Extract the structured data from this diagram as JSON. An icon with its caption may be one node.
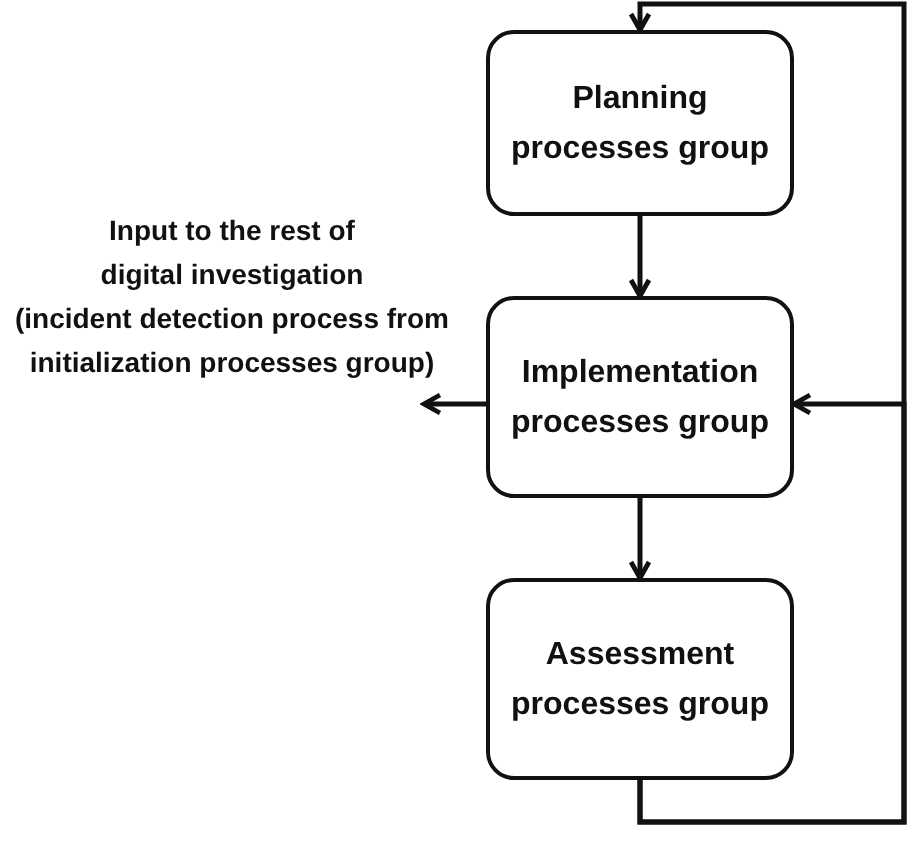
{
  "diagram": {
    "nodes": [
      {
        "text": [
          "Planning processes group"
        ]
      },
      {
        "text": [
          "Implementation processes group"
        ]
      },
      {
        "text": [
          "Assessment processes group"
        ]
      },
      {
        "text": [
          "Input to the rest of digital investigation",
          "(incident detection process from initialization processes group)"
        ]
      }
    ],
    "edges": [
      {
        "from": 0,
        "to": 1,
        "arrow": "to"
      },
      {
        "from": 1,
        "to": 3,
        "arrow": "to"
      },
      {
        "from": 1,
        "to": 2,
        "arrow": "to"
      },
      {
        "from": 2,
        "to": 0,
        "arrow": "to"
      },
      {
        "from": 2,
        "to": 1,
        "arrow": "to"
      }
    ]
  }
}
